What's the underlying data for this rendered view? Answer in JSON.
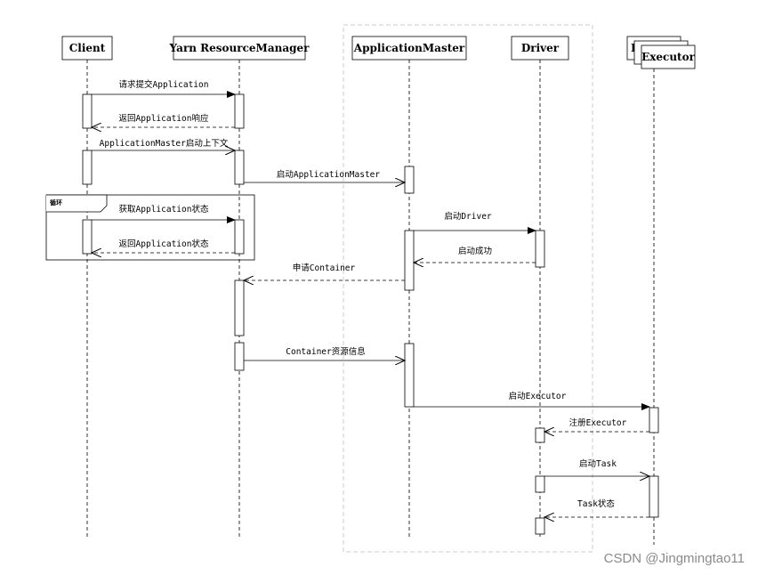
{
  "participants": {
    "client": "Client",
    "rm": "Yarn ResourceManager",
    "am": "ApplicationMaster",
    "driver": "Driver",
    "executor_back": "E",
    "executor": "Executor"
  },
  "loop_label": "循环",
  "messages": [
    "请求提交Application",
    "返回Application响应",
    "ApplicationMaster启动上下文",
    "启动ApplicationMaster",
    "获取Application状态",
    "返回Application状态",
    "启动Driver",
    "启动成功",
    "申请Container",
    "Container资源信息",
    "启动Executor",
    "注册Executor",
    "启动Task",
    "Task状态"
  ],
  "watermark": "CSDN @Jingmingtao11"
}
